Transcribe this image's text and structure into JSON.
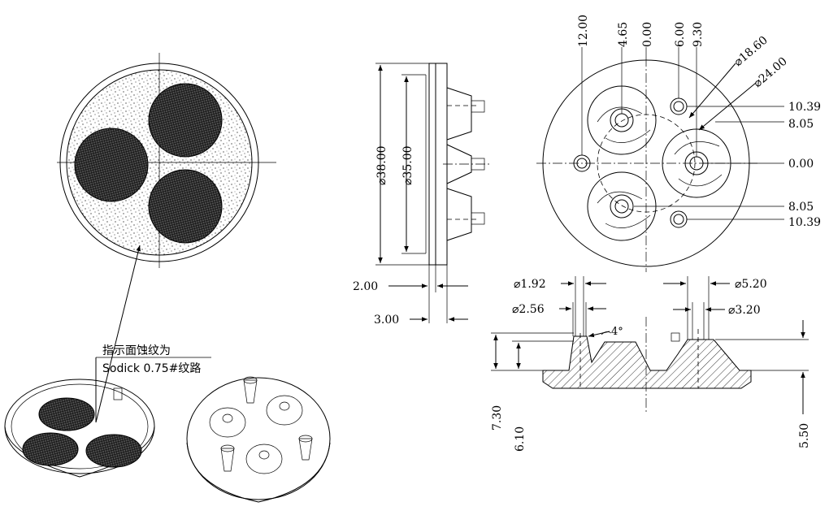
{
  "note": {
    "line1": "指示面蚀纹为",
    "line2": "Sodick 0.75#纹路"
  },
  "side_view": {
    "dim_outer": "⌀38.00",
    "dim_inner": "⌀35.00",
    "dim_thk1": "2.00",
    "dim_thk2": "3.00"
  },
  "front_view": {
    "x_labels": [
      "12.00",
      "4.65",
      "0.00",
      "6.00",
      "9.30"
    ],
    "y_labels": [
      "10.39",
      "8.05",
      "0.00",
      "8.05",
      "10.39"
    ],
    "dia_small": "⌀18.60",
    "dia_large": "⌀24.00"
  },
  "section_view": {
    "d1": "⌀1.92",
    "d2": "⌀2.56",
    "d3": "⌀5.20",
    "d4": "⌀3.20",
    "angle": "4°",
    "h1": "7.30",
    "h2": "6.10",
    "h3": "5.50"
  }
}
